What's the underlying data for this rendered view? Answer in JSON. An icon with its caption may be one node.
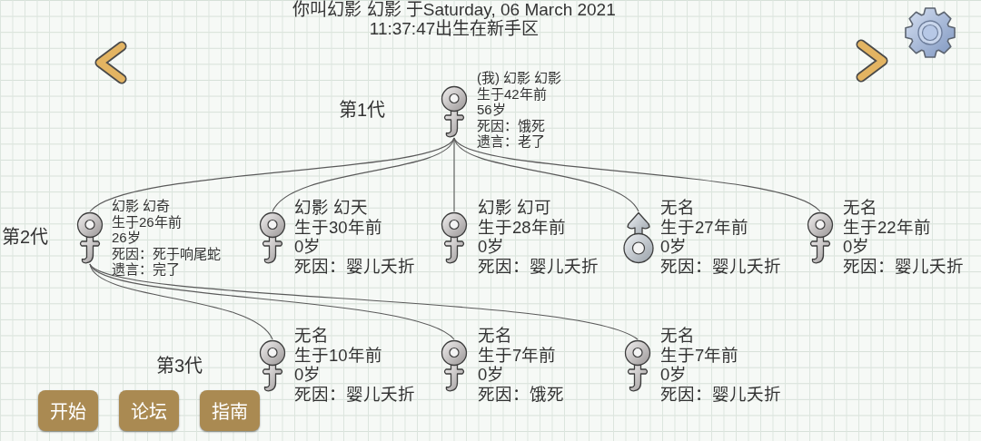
{
  "diagram": {
    "title": "你叫幻影 幻影 于Saturday, 06 March 2021 11:37:47出生在新手区",
    "nodes": [
      {
        "text": [
          "(我) 幻影 幻影",
          "生于42年前",
          "56岁",
          "死因：饿死",
          "遗言：老了"
        ]
      },
      {
        "text": [
          "幻影 幻奇",
          "生于26年前",
          "26岁",
          "死因：死于响尾蛇",
          "遗言：完了"
        ]
      },
      {
        "text": [
          "幻影 幻天",
          "生于30年前",
          "0岁",
          "死因：婴儿夭折"
        ]
      },
      {
        "text": [
          "幻影 幻可",
          "生于28年前",
          "0岁",
          "死因：婴儿夭折"
        ]
      },
      {
        "text": [
          "无名",
          "生于27年前",
          "0岁",
          "死因：婴儿夭折"
        ]
      },
      {
        "text": [
          "无名",
          "生于22年前",
          "0岁",
          "死因：婴儿夭折"
        ]
      },
      {
        "text": [
          "无名",
          "生于10年前",
          "0岁",
          "死因：婴儿夭折"
        ]
      },
      {
        "text": [
          "无名",
          "生于7年前",
          "0岁",
          "死因：饿死"
        ]
      },
      {
        "text": [
          "无名",
          "生于7年前",
          "0岁",
          "死因：婴儿夭折"
        ]
      }
    ],
    "edges": [
      {
        "from": 0,
        "to": 1,
        "arrow": "none"
      },
      {
        "from": 0,
        "to": 2,
        "arrow": "none"
      },
      {
        "from": 0,
        "to": 3,
        "arrow": "none"
      },
      {
        "from": 0,
        "to": 4,
        "arrow": "none"
      },
      {
        "from": 0,
        "to": 5,
        "arrow": "none"
      },
      {
        "from": 1,
        "to": 6,
        "arrow": "none"
      },
      {
        "from": 1,
        "to": 7,
        "arrow": "none"
      },
      {
        "from": 1,
        "to": 8,
        "arrow": "none"
      }
    ],
    "labels": [
      "第1代",
      "第2代",
      "第3代",
      "开始",
      "论坛",
      "指南"
    ]
  }
}
